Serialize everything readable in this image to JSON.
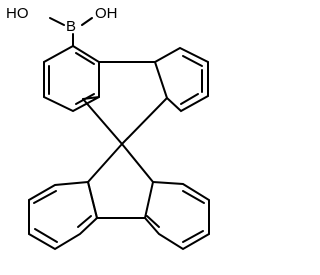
{
  "molecule": {
    "substituent": {
      "boron": "B",
      "hydroxyl_left": "HO",
      "hydroxyl_right": "OH"
    }
  },
  "colors": {
    "bond": "#000000",
    "background": "#ffffff"
  }
}
